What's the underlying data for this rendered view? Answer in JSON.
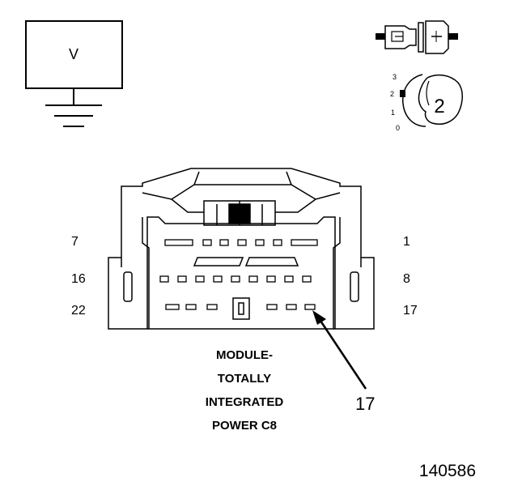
{
  "meter": {
    "label": "V"
  },
  "ignition": {
    "positions": [
      "3",
      "2",
      "1",
      "0"
    ],
    "selected": "2"
  },
  "connector": {
    "pin_labels": {
      "top_left": "7",
      "top_right": "1",
      "mid_left": "16",
      "mid_right": "8",
      "bot_left": "22",
      "bot_right": "17"
    },
    "callout": "17",
    "name_lines": [
      "MODULE-",
      "TOTALLY",
      "INTEGRATED",
      "POWER C8"
    ]
  },
  "figure_id": "140586"
}
